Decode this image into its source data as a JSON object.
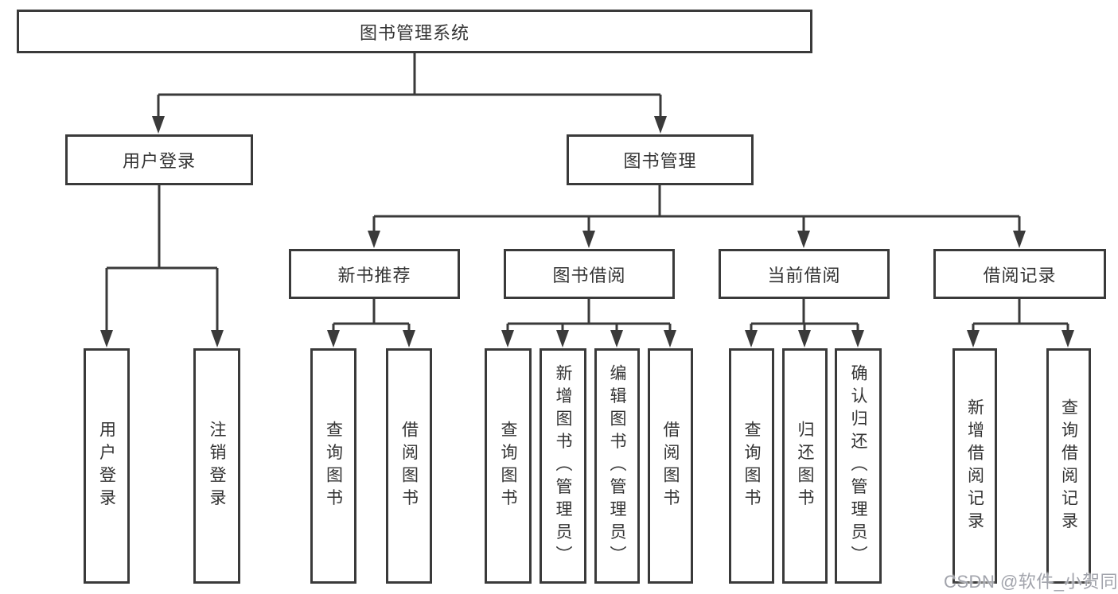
{
  "diagram": {
    "root": "图书管理系统",
    "user_login": {
      "label": "用户登录",
      "children": [
        "用户登录",
        "注销登录"
      ]
    },
    "book_management": {
      "label": "图书管理",
      "groups": [
        {
          "label": "新书推荐",
          "children": [
            "查询图书",
            "借阅图书"
          ]
        },
        {
          "label": "图书借阅",
          "children": [
            "查询图书",
            "新增图书（管理员）",
            "编辑图书（管理员）",
            "借阅图书"
          ]
        },
        {
          "label": "当前借阅",
          "children": [
            "查询图书",
            "归还图书",
            "确认归还（管理员）"
          ]
        },
        {
          "label": "借阅记录",
          "children": [
            "新增借阅记录",
            "查询借阅记录"
          ]
        }
      ]
    }
  },
  "watermark": "CSDN @软件_小贺同学",
  "colors": {
    "line": "#3a3a3a",
    "text": "#333333",
    "background": "#ffffff",
    "watermark": "#a2a4ac"
  }
}
